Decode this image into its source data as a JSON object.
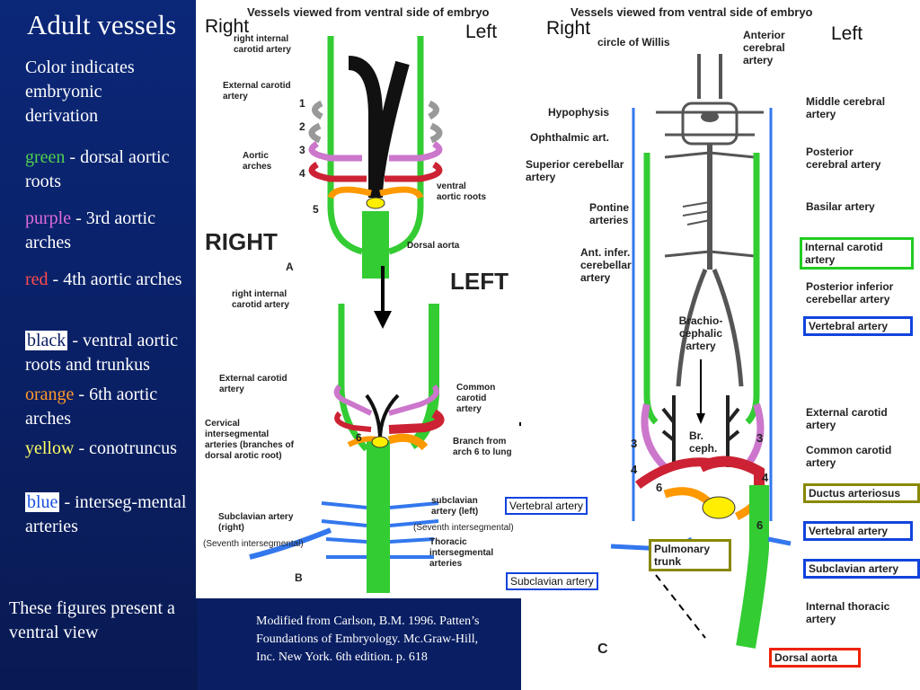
{
  "slide": {
    "title": "Adult vessels",
    "legend_intro": [
      "Color indicates",
      "embryonic",
      "derivation"
    ],
    "legend": {
      "green": {
        "word": "green",
        "text": " - dorsal aortic roots"
      },
      "purple": {
        "word": "purple",
        "text": " - 3rd aortic arches"
      },
      "red": {
        "word": "red",
        "text": " - 4th aortic arches"
      },
      "black": {
        "word": "black",
        "text": " - ventral aortic roots and trunkus"
      },
      "orange": {
        "word": "orange",
        "text": " - 6th aortic arches"
      },
      "yellow": {
        "word": "yellow",
        "text": " - conotruncus"
      },
      "blue": {
        "word": "blue",
        "text": " - interseg-mental arteries"
      }
    },
    "ventral_note": "These figures present a ventral view",
    "credit": "Modified from Carlson, B.M. 1996. Patten’s Foundations of Embryology. Mc.Graw-Hill, Inc. New York. 6th edition. p. 618"
  },
  "panelA": {
    "right": "Right",
    "left": "Left",
    "header": "Vessels viewed from ventral side of embryo",
    "big_right": "RIGHT",
    "big_left": "LEFT",
    "figA": "A",
    "figB": "B",
    "labels": {
      "right_int_carotid": "right internal carotid artery",
      "ext_carotid": "External carotid artery",
      "aortic_arches": "Aortic arches",
      "ventral_aortic_roots": "ventral aortic roots",
      "dorsal_aorta": "Dorsal aorta",
      "right_int_carotid_b": "right internal carotid artery",
      "ext_carotid_b": "External carotid artery",
      "common_carotid": "Common carotid artery",
      "cervical": "Cervical intersegmental arteries (branches of dorsal arotic root)",
      "branch6": "Branch from arch 6 to lung",
      "subclavian_right": "Subclavian artery (right)",
      "seventh_r": "(Seventh intersegmental)",
      "subclavian_left": "subclavian artery (left)",
      "seventh_l": "(Seventh intersegmental)",
      "thoracic": "Thoracic intersegmental arteries",
      "n1": "1",
      "n2": "2",
      "n3": "3",
      "n4": "4",
      "n5": "5",
      "n6": "6"
    }
  },
  "panelC": {
    "right": "Right",
    "left": "Left",
    "header": "Vessels viewed from ventral side of embryo",
    "figC": "C",
    "labels": {
      "circle_willis": "circle of Willis",
      "ant_cerebral": "Anterior cerebral artery",
      "hypophysis": "Hypophysis",
      "middle_cerebral": "Middle cerebral artery",
      "ophthalmic": "Ophthalmic art.",
      "post_cerebral": "Posterior cerebral artery",
      "sup_cerebellar": "Superior cerebellar artery",
      "pontine": "Pontine arteries",
      "basilar": "Basilar artery",
      "ant_inf_cerebellar": "Ant. infer. cerebellar artery",
      "internal_carotid": "Internal carotid artery",
      "post_inf_cerebellar": "Posterior inferior cerebellar artery",
      "brachiocephalic": "Brachio-cephalic artery",
      "vertebral": "Vertebral artery",
      "ext_carotid": "External carotid artery",
      "br_ceph": "Br. ceph.",
      "common_carotid": "Common carotid artery",
      "ductus": "Ductus arteriosus",
      "vertebral_left": "Vertebral artery",
      "vertebral_callout": "Vertebral artery",
      "pulmonary": "Pulmonary trunk",
      "subclavian": "Subclavian artery",
      "subclavian_callout": "Subclavian artery",
      "internal_thoracic": "Internal thoracic artery",
      "dorsal_aorta": "Dorsal aorta",
      "n3a": "3",
      "n3b": "3",
      "n4a": "4",
      "n4b": "4",
      "n6a": "6",
      "n6b": "6"
    }
  },
  "colors": {
    "background": "#0a1f63",
    "dorsal_root": "#33cc33",
    "third_arch": "#cc77cc",
    "fourth_arch": "#cc2233",
    "sixth_arch": "#ff9900",
    "conotruncus": "#ffee00",
    "intersegmental": "#3377ee",
    "box_green": "#22cc22",
    "box_blue": "#1144dd",
    "box_olive": "#888800",
    "box_red": "#ee2200"
  }
}
